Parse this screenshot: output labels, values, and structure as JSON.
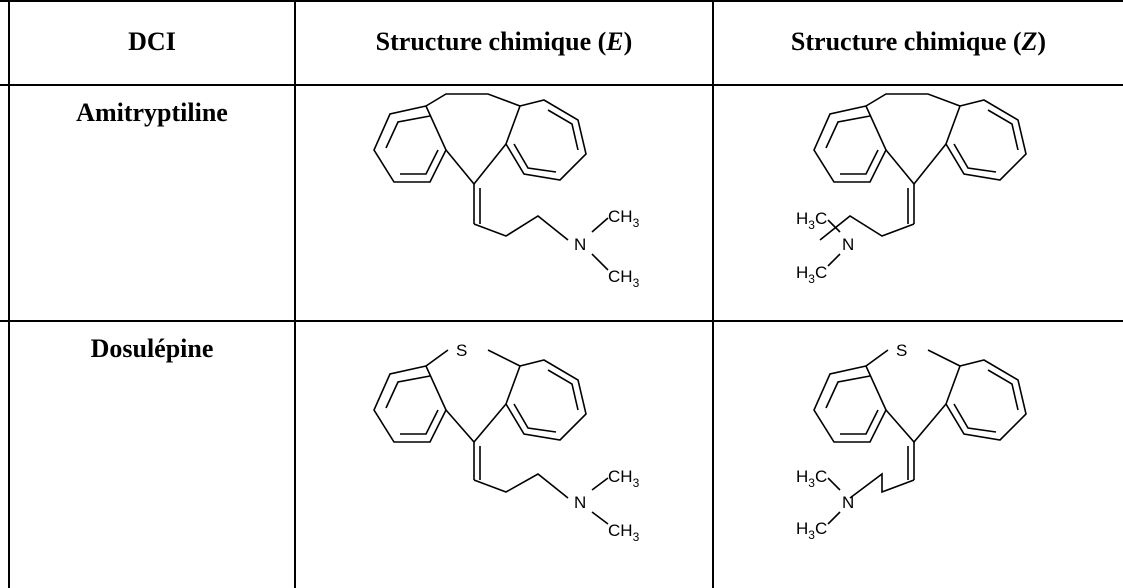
{
  "table": {
    "headers": {
      "dci": "DCI",
      "structure_e_prefix": "Structure chimique (",
      "structure_e_letter": "E",
      "structure_e_suffix": ")",
      "structure_z_prefix": "Structure chimique (",
      "structure_z_letter": "Z",
      "structure_z_suffix": ")"
    },
    "rows": [
      {
        "name": "Amitryptiline",
        "bridge_atom": ""
      },
      {
        "name": "Dosulépine",
        "bridge_atom": "S"
      }
    ],
    "atoms": {
      "nitrogen": "N",
      "carbon": "C",
      "hydrogen": "H",
      "methyl_right": "CH",
      "methyl_sub": "3"
    }
  }
}
